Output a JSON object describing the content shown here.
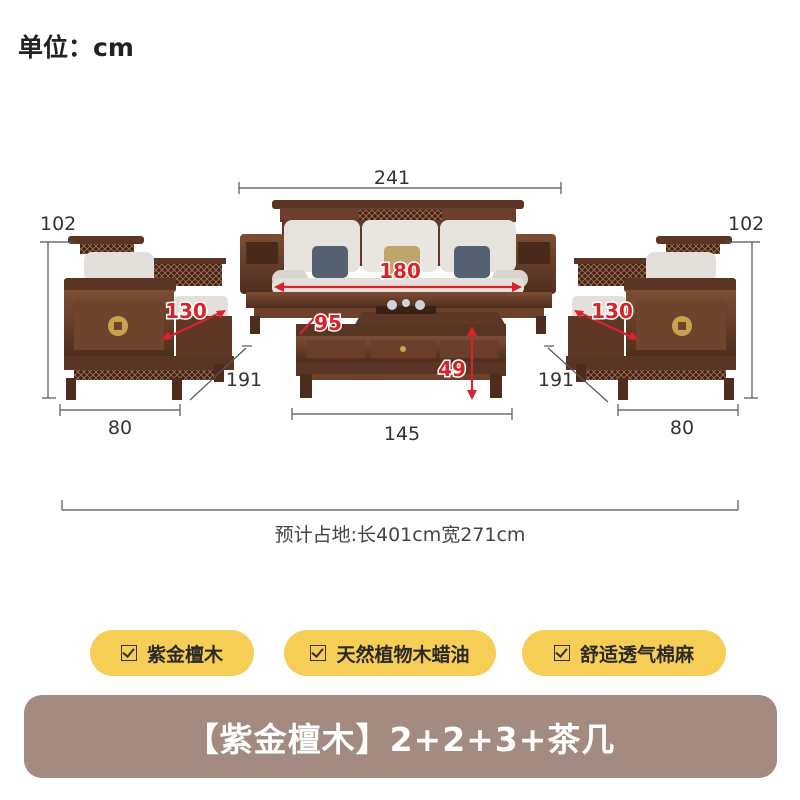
{
  "unit_label": "单位：cm",
  "dimensions": {
    "sofa_width": "241",
    "sofa_seat_width": "180",
    "left_chair_height": "102",
    "left_chair_seat_depth": "130",
    "left_chair_depth": "191",
    "left_chair_width": "80",
    "table_depth": "95",
    "table_height": "49",
    "table_width": "145",
    "right_chair_height": "102",
    "right_chair_seat_depth": "130",
    "right_chair_depth": "191",
    "right_chair_width": "80"
  },
  "footprint_text": "预计占地:长401cm宽271cm",
  "features": [
    "紫金檀木",
    "天然植物木蜡油",
    "舒适透气棉麻"
  ],
  "banner_text": "【紫金檀木】2+2+3+茶几",
  "colors": {
    "wood_dark": "#5a3524",
    "wood_mid": "#7a4a30",
    "cushion": "#e6e2de",
    "dimension_red": "#d8232a",
    "feature_pill": "#f6cd55",
    "banner_bg": "#a38b82"
  }
}
